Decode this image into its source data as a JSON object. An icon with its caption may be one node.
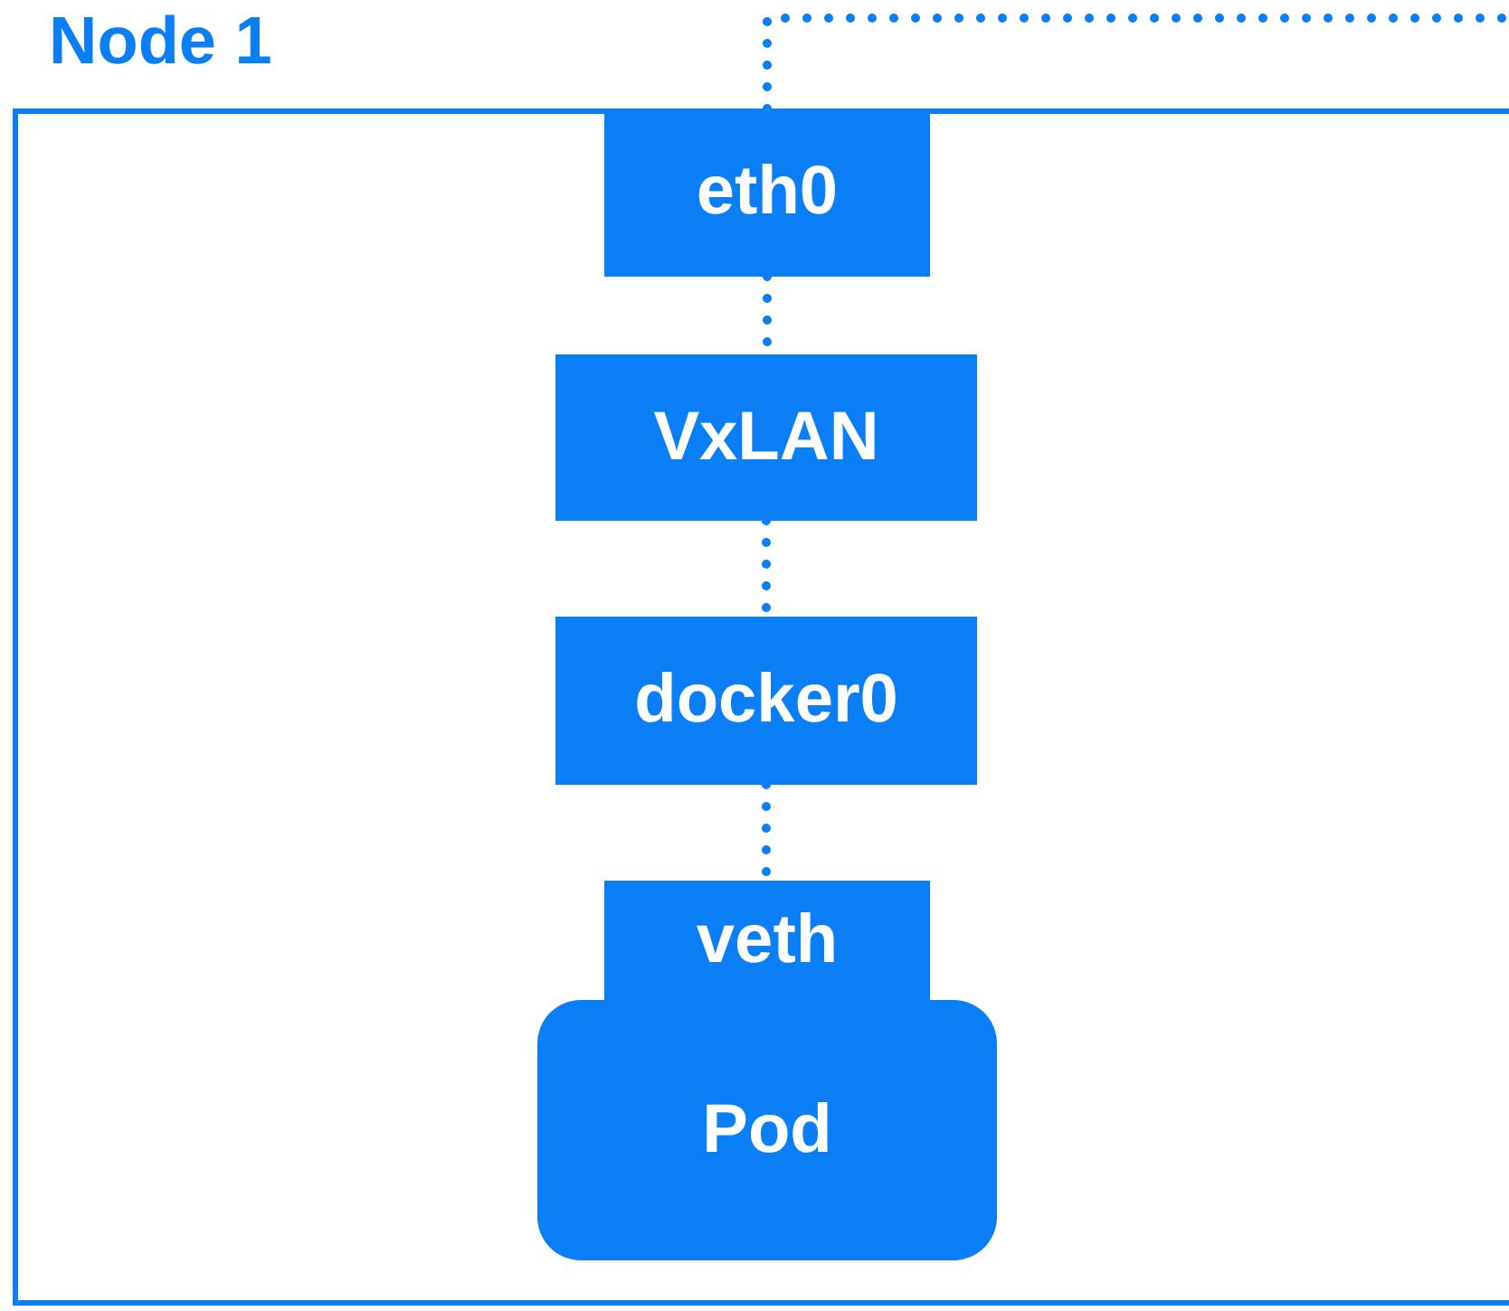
{
  "diagram": {
    "nodes": [
      {
        "text": [
          "Node 1"
        ]
      },
      {
        "text": [
          "eth0"
        ],
        "in": 0
      },
      {
        "text": [
          "VxLAN"
        ],
        "in": 0
      },
      {
        "text": [
          "docker0"
        ],
        "in": 0
      },
      {
        "text": [
          "veth"
        ],
        "in": 0
      },
      {
        "text": [
          "Pod"
        ],
        "in": 0
      }
    ],
    "edges": [
      {
        "from": 1,
        "to": null,
        "arrow": "none",
        "style": "dashed"
      },
      {
        "from": 1,
        "to": 2,
        "arrow": "none",
        "style": "dashed"
      },
      {
        "from": 2,
        "to": 3,
        "arrow": "none",
        "style": "dashed"
      },
      {
        "from": 3,
        "to": 4,
        "arrow": "none",
        "style": "dashed"
      }
    ]
  }
}
